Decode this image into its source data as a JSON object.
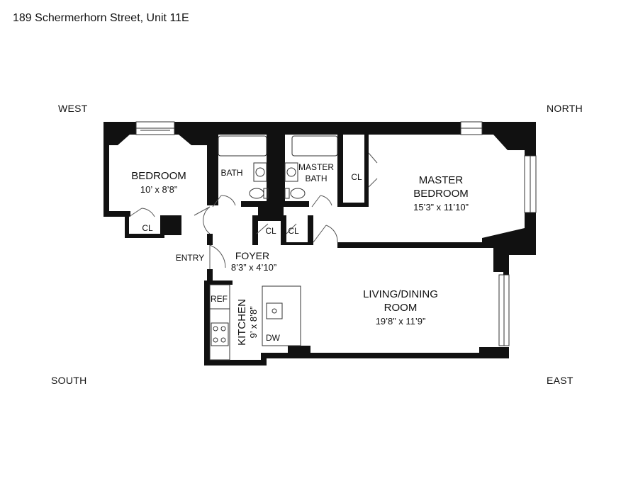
{
  "title": "189 Schermerhorn Street, Unit 11E",
  "compass": {
    "nw": "WEST",
    "ne": "NORTH",
    "sw": "SOUTH",
    "se": "EAST"
  },
  "rooms": {
    "bedroom": {
      "name": "BEDROOM",
      "dim": "10’ x 8’8”"
    },
    "bath": {
      "name": "BATH"
    },
    "master_bath": {
      "line1": "MASTER",
      "line2": "BATH"
    },
    "master_bedroom": {
      "line1": "MASTER",
      "line2": "BEDROOM",
      "dim": "15’3” x 11’10”"
    },
    "foyer": {
      "name": "FOYER",
      "dim": "8’3” x 4’10”"
    },
    "entry": {
      "name": "ENTRY"
    },
    "kitchen": {
      "name": "KITCHEN",
      "dim": "9’ x 8’8”"
    },
    "living": {
      "line1": "LIVING/DINING",
      "line2": "ROOM",
      "dim": "19’8” x 11’9”"
    }
  },
  "fixtures": {
    "closet": "CL",
    "ref": "REF",
    "dw": "DW"
  }
}
